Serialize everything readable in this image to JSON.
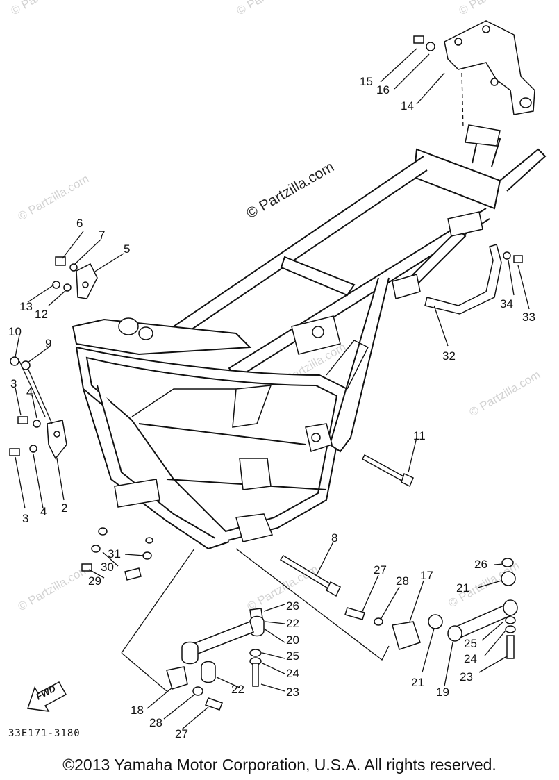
{
  "watermarks": {
    "main": "© Partzilla.com",
    "faint": "© Partzilla.com"
  },
  "drawing_code": "33E171-3180",
  "fwd_label": "FWD",
  "copyright": "©2013  Yamaha Motor Corporation, U.S.A. All rights reserved.",
  "callouts": {
    "c1": "15",
    "c2": "16",
    "c3": "14",
    "c4": "6",
    "c5": "7",
    "c6": "5",
    "c7": "13",
    "c8": "12",
    "c9": "10",
    "c10": "9",
    "c11": "3",
    "c12": "4",
    "c13": "3",
    "c14": "4",
    "c15": "2",
    "c16": "34",
    "c17": "33",
    "c18": "32",
    "c19": "11",
    "c20": "8",
    "c21": "31",
    "c22": "30",
    "c23": "29",
    "c24": "27",
    "c25": "28",
    "c26": "17",
    "c27": "26",
    "c28": "21",
    "c29": "26",
    "c30": "22",
    "c31": "20",
    "c32": "25",
    "c33": "24",
    "c34": "22",
    "c35": "23",
    "c36": "18",
    "c37": "28",
    "c38": "27",
    "c39": "21",
    "c40": "19",
    "c41": "25",
    "c42": "24",
    "c43": "23"
  }
}
